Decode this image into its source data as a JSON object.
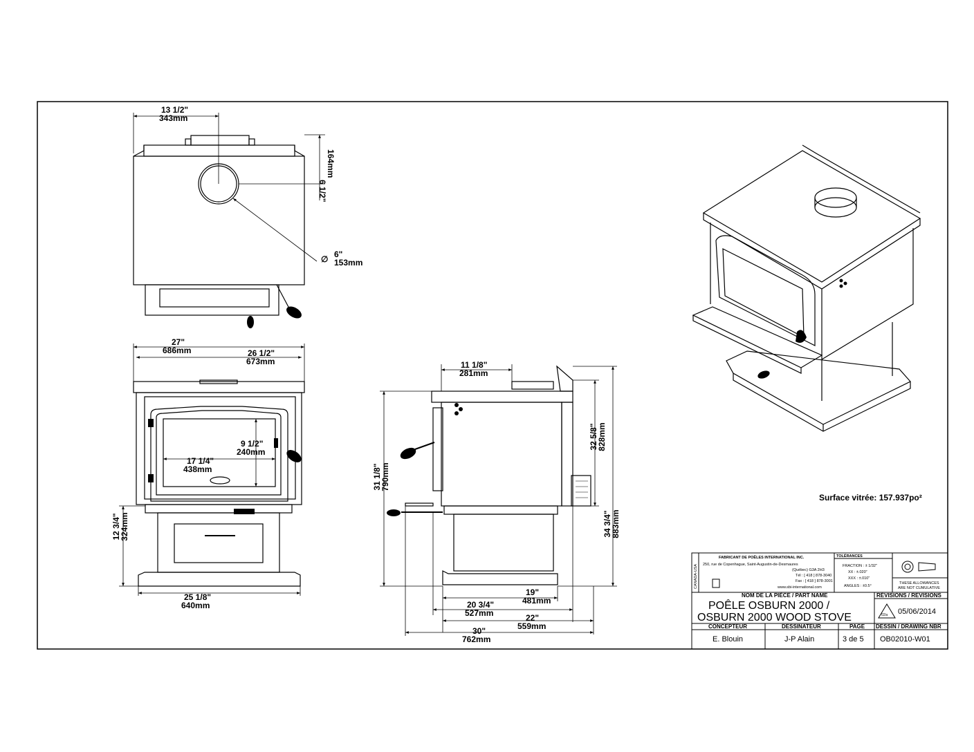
{
  "top_view": {
    "width_in": "13 1/2\"",
    "width_mm": "343mm",
    "flue_offset_in": "6 1/2\"",
    "flue_offset_mm": "164mm",
    "flue_dia_symbol": "∅",
    "flue_dia_in": "6\"",
    "flue_dia_mm": "153mm"
  },
  "front_view": {
    "overall_in": "27\"",
    "overall_mm": "686mm",
    "top_in": "26 1/2\"",
    "top_mm": "673mm",
    "glass_h_in": "9 1/2\"",
    "glass_h_mm": "240mm",
    "glass_w_in": "17 1/4\"",
    "glass_w_mm": "438mm",
    "pedestal_h_in": "12 3/4\"",
    "pedestal_h_mm": "324mm",
    "base_w_in": "25 1/8\"",
    "base_w_mm": "640mm"
  },
  "side_view": {
    "flue_depth_in": "11 1/8\"",
    "flue_depth_mm": "281mm",
    "height_a_in": "31 1/8\"",
    "height_a_mm": "790mm",
    "height_b_in": "32 5/8\"",
    "height_b_mm": "828mm",
    "height_c_in": "34 3/4\"",
    "height_c_mm": "883mm",
    "base_depth_in": "19\"",
    "base_depth_mm": "481mm",
    "depth_a_in": "20 3/4\"",
    "depth_a_mm": "527mm",
    "depth_b_in": "22\"",
    "depth_b_mm": "559mm",
    "depth_total_in": "30\"",
    "depth_total_mm": "762mm"
  },
  "glass_surface": "Surface vitrée: 157.937po²",
  "title_block": {
    "company_line1": "FABRICANT DE POÊLES INTERNATIONAL INC.",
    "company_line2": "250, rue de Copenhague, Saint-Augustin-de-Desmaures",
    "company_line3": "(Québec) G3A 2H3",
    "company_line4": "Tél : [ 418 ] 878-3040",
    "company_line5": "Fax : [ 418 ] 878-3001",
    "company_line6": "www.sbi-international.com",
    "vertical_tag": "CANADA-USA",
    "tolerances_label": "TOLÉRANCES",
    "tol_fraction": "FRACTION : ± 1/32\"",
    "tol_xx": "XX :      ±.020\"",
    "tol_xxx": "XXX :     ±.010\"",
    "tol_angles": "ANGLES :  ±0.5°",
    "allowances_1": "THESE ALLOWANCES",
    "allowances_2": "ARE NOT CUMULATIVE",
    "part_name_label": "NOM DE LA PIÈCE / PART NAME",
    "part_name_1": "POÊLE OSBURN 2000 /",
    "part_name_2": "OSBURN 2000 WOOD STOVE",
    "revisions_label": "RÉVISIONS / REVISIONS",
    "revision_no": "02a",
    "revision_date": "05/06/2014",
    "designer_label": "CONCEPTEUR",
    "designer": "E. Blouin",
    "drafter_label": "DESSINATEUR",
    "drafter": "J-P Alain",
    "page_label": "PAGE",
    "page": "3 de 5",
    "drawing_label": "DESSIN / DRAWING NBR",
    "drawing_no": "OB02010-W01"
  }
}
